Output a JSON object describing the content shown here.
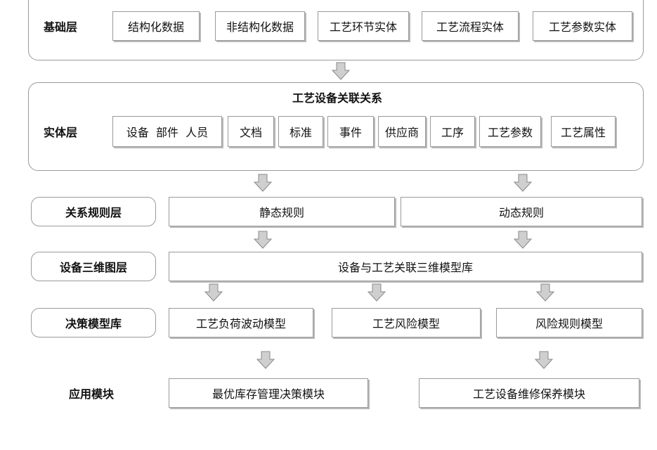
{
  "base_layer": {
    "label": "基础层",
    "items": [
      "结构化数据",
      "非结构化数据",
      "工艺环节实体",
      "工艺流程实体",
      "工艺参数实体"
    ]
  },
  "entity_layer": {
    "title": "工艺设备关联关系",
    "label": "实体层",
    "items": [
      "设备  部件  人员",
      "文档",
      "标准",
      "事件",
      "供应商",
      "工序",
      "工艺参数",
      "工艺属性"
    ]
  },
  "rule_layer": {
    "label": "关系规则层",
    "static": "静态规则",
    "dynamic": "动态规则"
  },
  "model3d_layer": {
    "label": "设备三维图层",
    "library": "设备与工艺关联三维模型库"
  },
  "decision_layer": {
    "label": "决策模型库",
    "models": [
      "工艺负荷波动模型",
      "工艺风险模型",
      "风险规则模型"
    ]
  },
  "app_layer": {
    "label": "应用模块",
    "modules": [
      "最优库存管理决策模块",
      "工艺设备维修保养模块"
    ]
  }
}
